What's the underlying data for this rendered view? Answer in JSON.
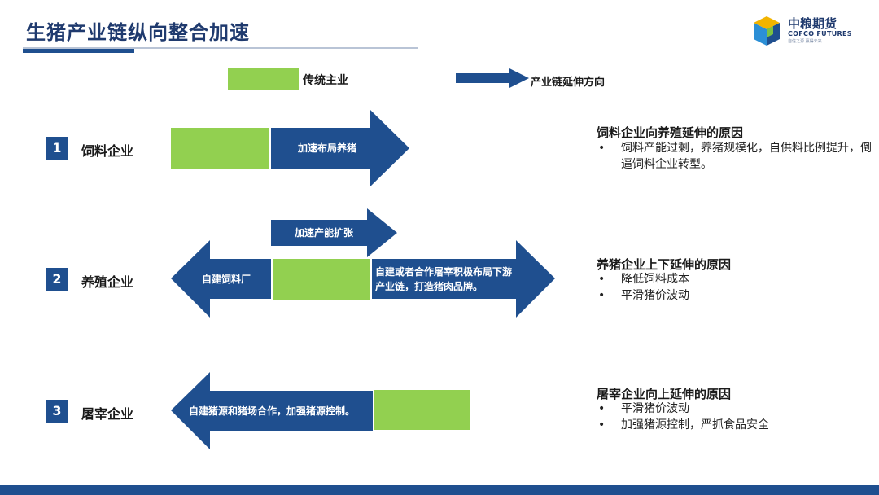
{
  "header": {
    "title": "生猪产业链纵向整合加速",
    "logo": {
      "name_cn": "中粮期货",
      "name_en": "COFCO FUTURES",
      "tagline": "自信之源 赢得未来"
    }
  },
  "legend": {
    "traditional": "传统主业",
    "direction": "产业链延伸方向"
  },
  "rows": [
    {
      "number": "1",
      "label": "饲料企业",
      "arrows": {
        "right": "加速布局养猪"
      },
      "reason": {
        "title": "饲料企业向养殖延伸的原因",
        "items": [
          "饲料产能过剩，养猪规模化，自供料比例提升，倒逼饲料企业转型。"
        ]
      }
    },
    {
      "number": "2",
      "label": "养殖企业",
      "arrows": {
        "up": "加速产能扩张",
        "left": "自建饲料厂",
        "right_line1": "自建或者合作屠宰积极布局下游",
        "right_line2": "产业链，打造猪肉品牌。"
      },
      "reason": {
        "title": "养猪企业上下延伸的原因",
        "items": [
          "降低饲料成本",
          "平滑猪价波动"
        ]
      }
    },
    {
      "number": "3",
      "label": "屠宰企业",
      "arrows": {
        "left": "自建猪源和猪场合作，加强猪源控制。"
      },
      "reason": {
        "title": "屠宰企业向上延伸的原因",
        "items": [
          "平滑猪价波动",
          "加强猪源控制，严抓食品安全"
        ]
      }
    }
  ],
  "colors": {
    "navy": "#1f4f8f",
    "green": "#92d050",
    "title": "#1f3a6e"
  }
}
